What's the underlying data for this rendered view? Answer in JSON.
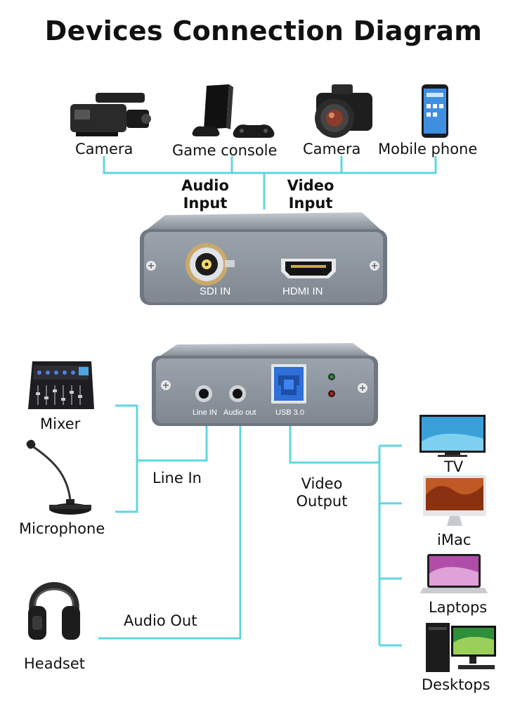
{
  "title": "Devices Connection Diagram",
  "sources": [
    {
      "label": "Camera",
      "icon": "camcorder-icon"
    },
    {
      "label": "Game console",
      "icon": "game-console-icon"
    },
    {
      "label": "Camera",
      "icon": "dslr-camera-icon"
    },
    {
      "label": "Mobile phone",
      "icon": "mobile-phone-icon"
    }
  ],
  "input_labels": {
    "audio": "Audio\nInput",
    "video": "Video\nInput"
  },
  "front_panel": {
    "sdi": "SDI IN",
    "hdmi": "HDMI IN"
  },
  "back_panel": {
    "line_in": "Line IN",
    "audio_out": "Audio out",
    "usb": "USB 3.0"
  },
  "audio_devices": [
    {
      "label": "Mixer",
      "icon": "mixer-icon"
    },
    {
      "label": "Microphone",
      "icon": "microphone-icon"
    },
    {
      "label": "Headset",
      "icon": "headset-icon"
    }
  ],
  "connection_labels": {
    "line_in": "Line In",
    "audio_out": "Audio Out",
    "video_output": "Video\nOutput"
  },
  "outputs": [
    {
      "label": "TV",
      "icon": "tv-icon"
    },
    {
      "label": "iMac",
      "icon": "imac-icon"
    },
    {
      "label": "Laptops",
      "icon": "laptop-icon"
    },
    {
      "label": "Desktops",
      "icon": "desktop-icon"
    }
  ],
  "colors": {
    "line": "#5fd6e3",
    "device_body": "#9aa3ad",
    "panel": "#8c959e",
    "usb_blue": "#2e6fd8"
  }
}
